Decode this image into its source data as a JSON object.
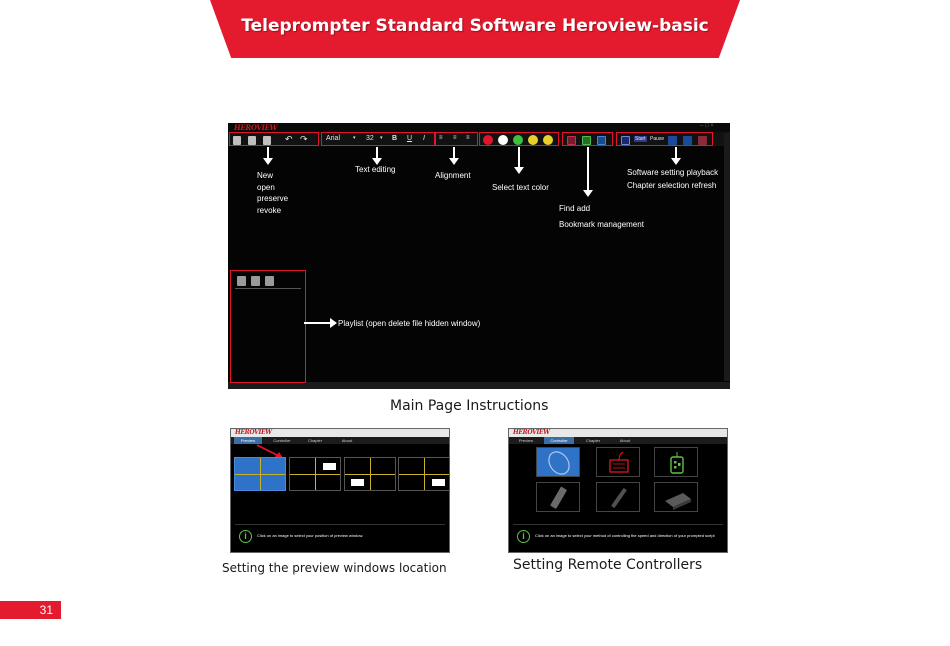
{
  "header": {
    "title": "Teleprompter Standard Software  Heroview-basic"
  },
  "main_screenshot": {
    "logo": "HEROVIEW",
    "window_controls": "– □ ×",
    "toolbar": {
      "font": "Arial",
      "size": "32",
      "bold": "B",
      "underline": "U",
      "italic": "I",
      "start": "Start",
      "pause": "Pause"
    },
    "text_colors": [
      "#e0142a",
      "#ffffff",
      "#3ec03e",
      "#e8d02a",
      "#e8d02a"
    ],
    "annotations": {
      "file": [
        "New",
        "open",
        "preserve",
        "revoke"
      ],
      "text_editing": "Text editing",
      "alignment": "Alignment",
      "text_color": "Select text color",
      "find_add": "Find add",
      "bookmark": "Bookmark management",
      "software_setting": "Software setting playback",
      "chapter": "Chapter selection refresh",
      "playlist": "Playlist (open delete file hidden window)"
    }
  },
  "captions": {
    "main": "Main Page Instructions",
    "preview": "Setting the preview windows location",
    "remote": "Setting Remote Controllers"
  },
  "preview_screenshot": {
    "logo": "HEROVIEW",
    "tabs": [
      "Preview",
      "Controller",
      "Chapter",
      "About"
    ],
    "hint": "Click on an image to select your position of preview window."
  },
  "controller_screenshot": {
    "logo": "HEROVIEW",
    "tabs": [
      "Preview",
      "Controller",
      "Chapter",
      "About"
    ],
    "hint": "Click on an image to select your method of controlling the speed and direction of your prompted script"
  },
  "page_number": "31",
  "colors": {
    "brand_red": "#e41a2e",
    "highlight_red": "#e0142a",
    "accent_blue": "#2f73c8"
  }
}
